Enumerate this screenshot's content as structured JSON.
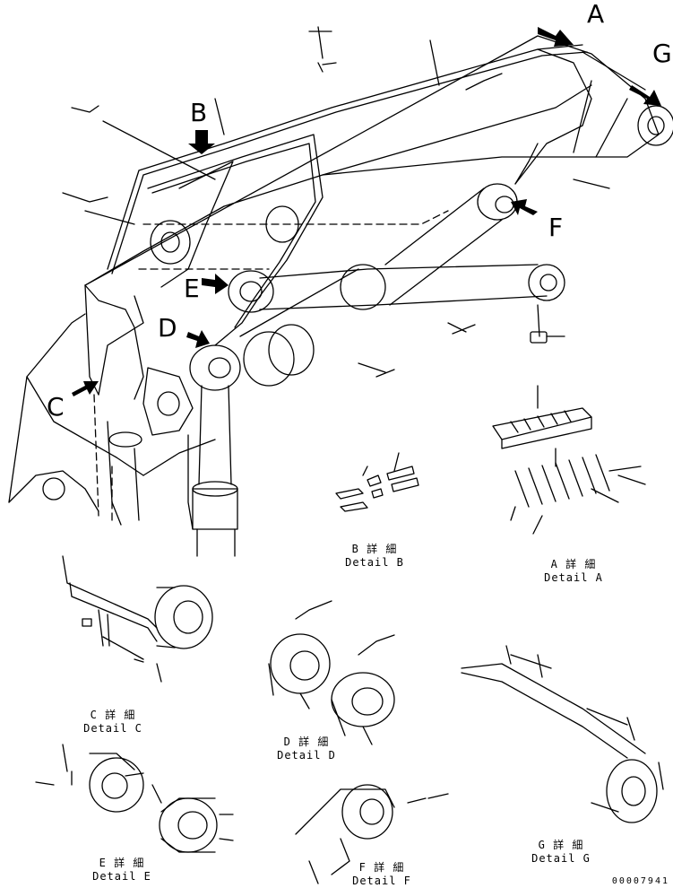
{
  "labels": {
    "A": "A",
    "B": "B",
    "C": "C",
    "D": "D",
    "E": "E",
    "F": "F",
    "G": "G"
  },
  "details": {
    "A": {
      "jp": "A 詳 細",
      "en": "Detail A"
    },
    "B": {
      "jp": "B 詳 細",
      "en": "Detail B"
    },
    "C": {
      "jp": "C 詳 細",
      "en": "Detail C"
    },
    "D": {
      "jp": "D 詳 細",
      "en": "Detail D"
    },
    "E": {
      "jp": "E 詳 細",
      "en": "Detail E"
    },
    "F": {
      "jp": "F 詳 細",
      "en": "Detail F"
    },
    "G": {
      "jp": "G 詳 細",
      "en": "Detail G"
    }
  },
  "doc_number": "00007941"
}
